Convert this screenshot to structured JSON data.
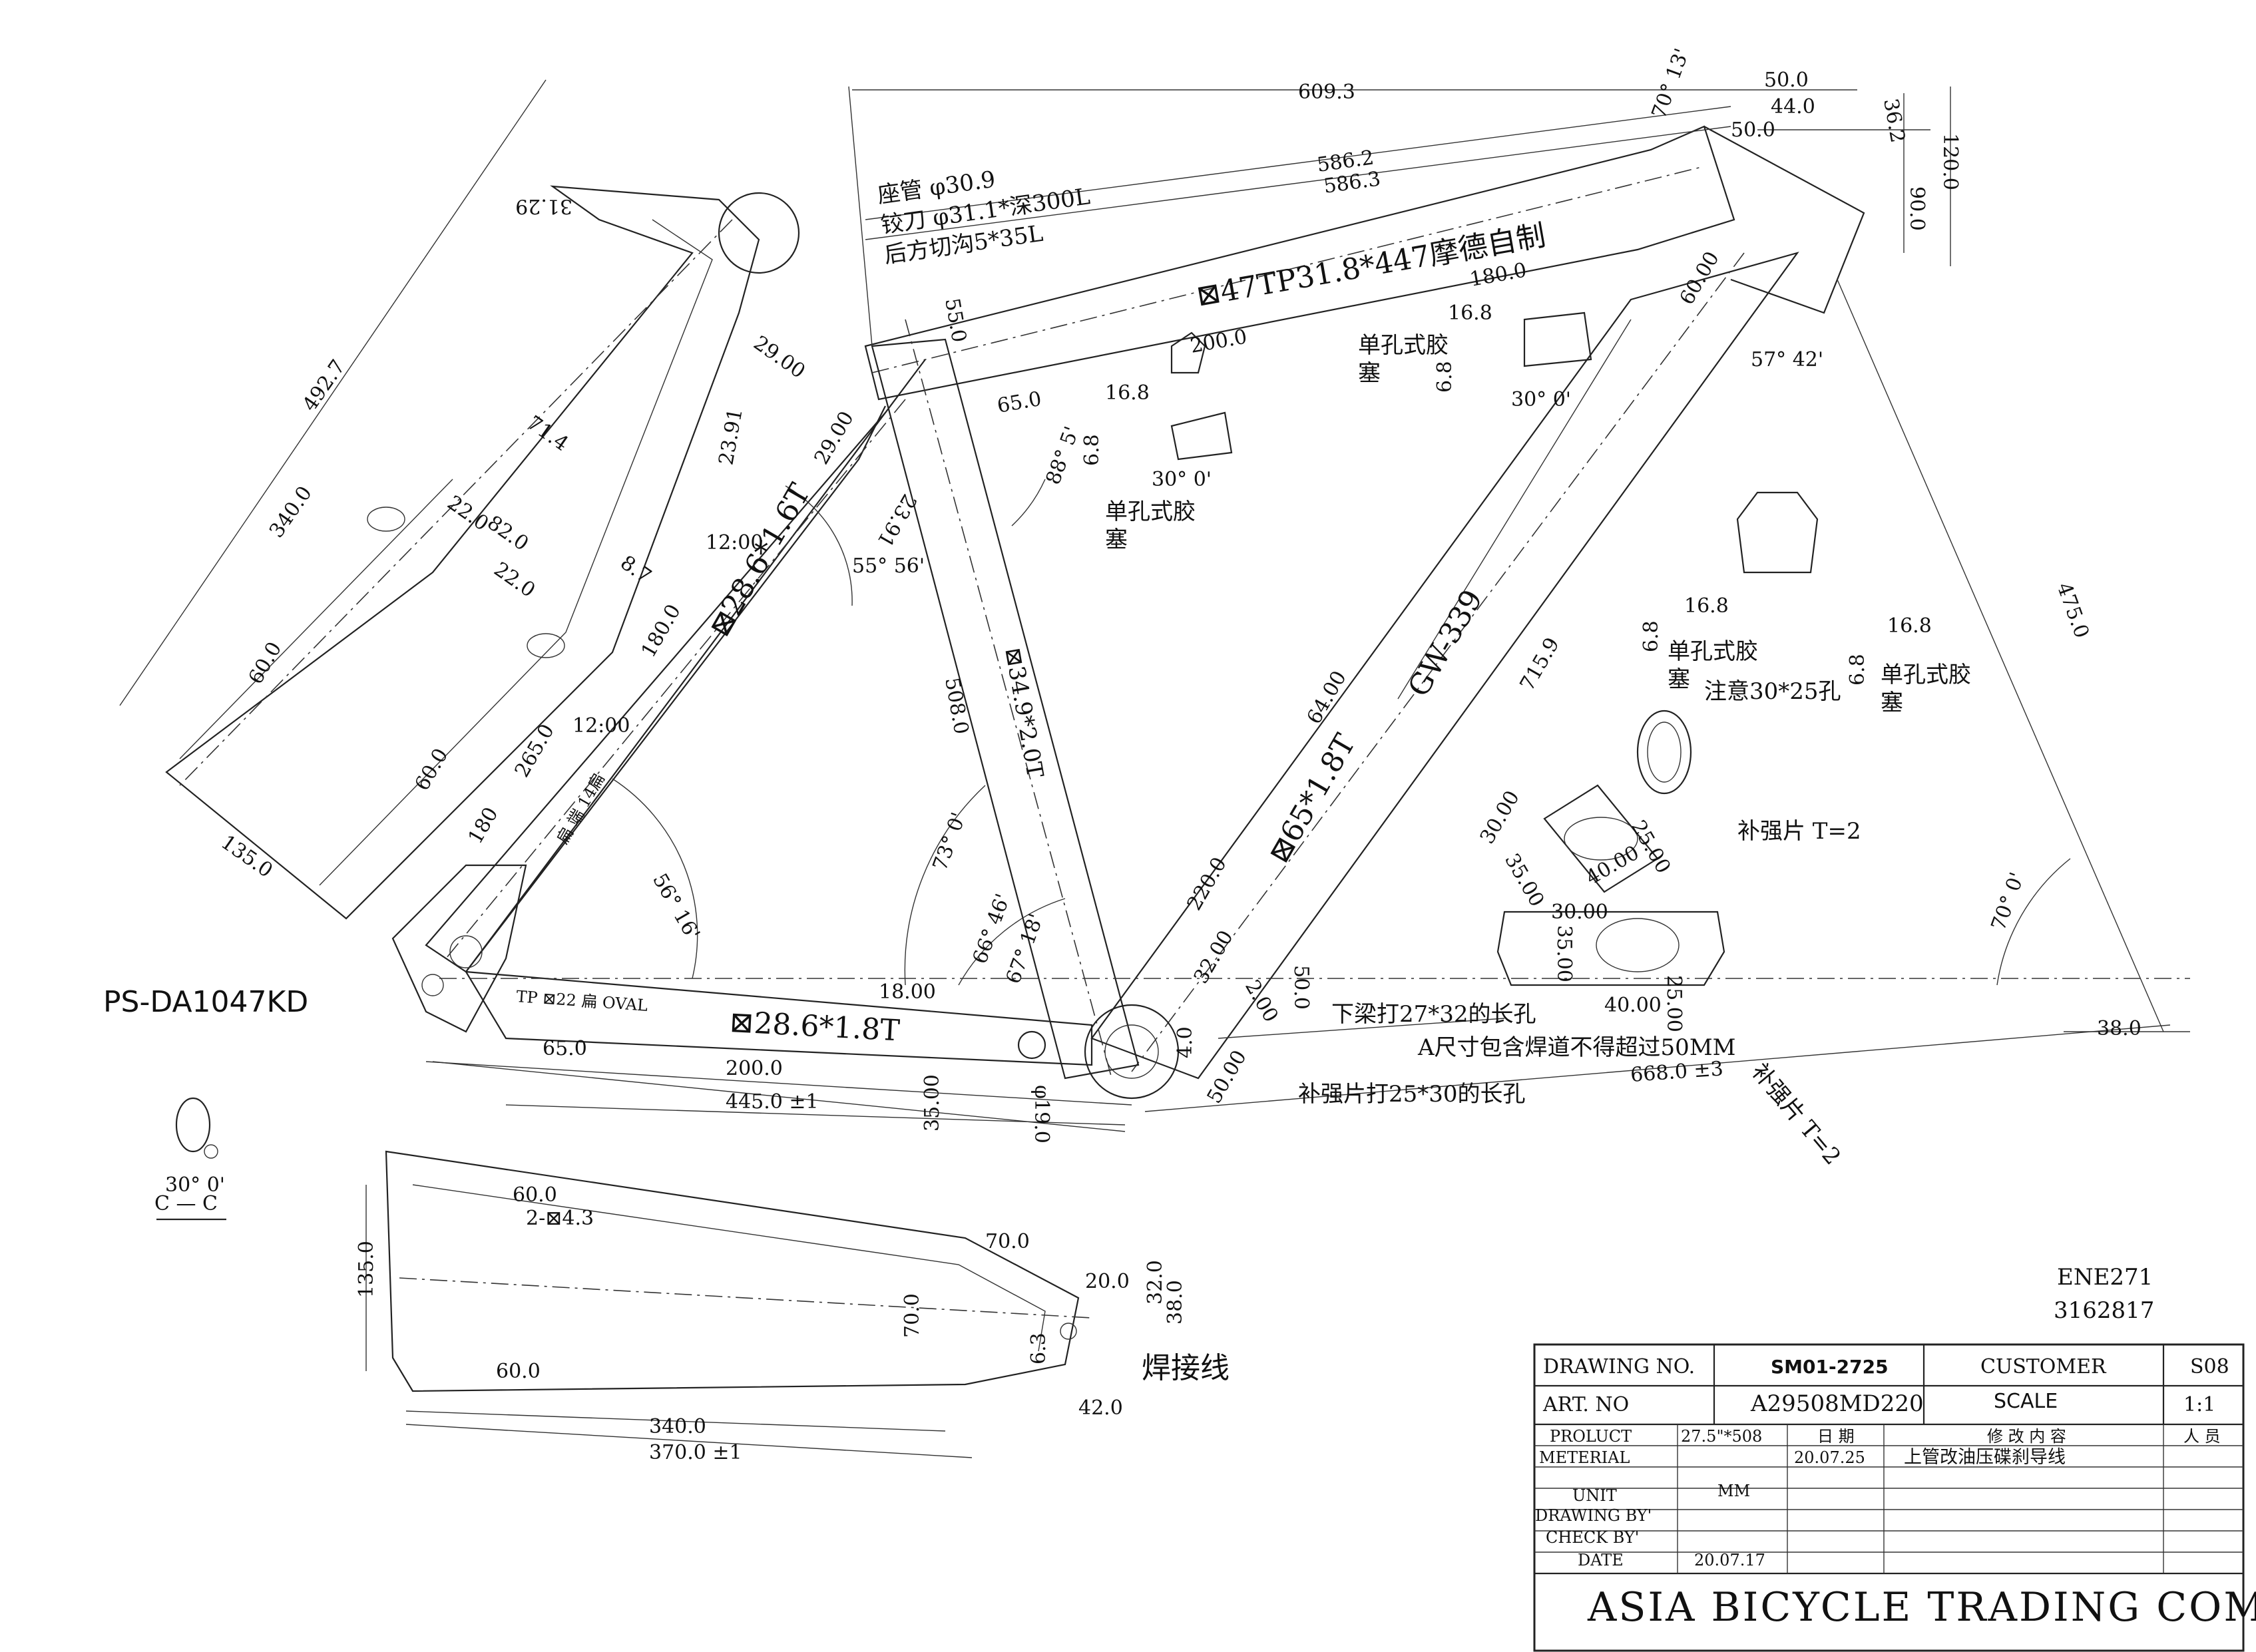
{
  "model_code": "PS-DA1047KD",
  "section_label": "C — C",
  "section_angle": "30° 0'",
  "ene_code": "ENE271",
  "ene_number": "3162817",
  "tubes": {
    "top_tube": "⊠47TP31.8*447摩德自制",
    "down_tube": "⊠65*1.8T",
    "down_tube_code": "GW-339",
    "seat_tube": "⊠34.9*2.0T",
    "seat_stay": "⊠28.6*1.6T",
    "chain_stay": "⊠28.6*1.8T",
    "chain_stay_small": "TP ⊠22 扁 OVAL",
    "seat_stay_bridge": "扁 端 14扁"
  },
  "notes": {
    "seat_tube_1": "座管 φ30.9",
    "seat_tube_2": "铰刀 φ31.1*深300L",
    "seat_tube_3": "后方切沟5*35L",
    "grommet_1": "单孔式胶",
    "grommet_2": "塞",
    "hole_note": "注意30*25孔",
    "reinforce_1": "补强片 T=2",
    "reinforce_2": "补强片 T=2",
    "slot_1": "下梁打27*32的长孔",
    "slot_2": "A尺寸包含焊道不得超过50MM",
    "slot_3": "补强片打25*30的长孔",
    "weld_line": "焊接线",
    "holes_2x": "2-⊠4.3"
  },
  "dims": {
    "d609": "609.3",
    "d586a": "586.2",
    "d586b": "586.3",
    "d50a": "50.0",
    "d44": "44.0",
    "d50b": "50.0",
    "d36": "36.2",
    "d120": "120.0",
    "d90": "90.0",
    "a70_13": "70° 13'",
    "d180a": "180.0",
    "d200a": "200.0",
    "d55": "55.0",
    "d65a": "65.0",
    "a88_5": "88° 5'",
    "d16_8a": "16.8",
    "d6_8a": "6.8",
    "d16_8b": "16.8",
    "d6_8b": "6.8",
    "a30a": "30° 0'",
    "a30b": "30° 0'",
    "d60a": "60.00",
    "a57_42": "57° 42'",
    "d492": "492.7",
    "d340a": "340.0",
    "d31_29": "31.29",
    "d29a": "29.00",
    "d23_91a": "23.91",
    "d29b": "29.00",
    "d23_91b": "23.91",
    "d71": "71.4",
    "d82": "82.0",
    "d22a": "22.0",
    "d22b": "22.0",
    "d8_7": "8.7",
    "t12a": "12:00",
    "t12b": "12:00",
    "a55_56": "55° 56'",
    "d180b": "180.0",
    "d60b": "60.0",
    "d60c": "60.0",
    "d265": "265.0",
    "d180c": "180",
    "d135a": "135.0",
    "a56_16": "56° 16'",
    "d508": "508.0",
    "a73": "73° 0'",
    "a66_46": "66° 46'",
    "a67_18": "67° 18'",
    "d64": "64.00",
    "d220": "220.0",
    "d715": "715.9",
    "d475": "475.0",
    "a70_0": "70° 0'",
    "d16_8c": "16.8",
    "d6_8c": "6.8",
    "d16_8d": "16.8",
    "d6_8d": "6.8",
    "d30a": "30.00",
    "d35a": "35.00",
    "d25a": "25.00",
    "d40a": "40.00",
    "d30b": "30.00",
    "d35b": "35.00",
    "d25b": "25.00",
    "d40b": "40.00",
    "d18": "18.00",
    "d65b": "65.0",
    "d200b": "200.0",
    "d445": "445.0 ±1",
    "d35c": "35.00",
    "d19": "φ19.0",
    "d32": "32.00",
    "d2": "2.00",
    "d50c": "50.0",
    "d4": "4.0",
    "d50d": "50.00",
    "d668": "668.0 ±3",
    "d38": "38.0",
    "d60d": "60.0",
    "d135b": "135.0",
    "d70a": "70.0",
    "d20": "20.0",
    "d70b": "70.0",
    "d6_3": "6.3",
    "d32b": "32.0",
    "d38b": "38.0",
    "d60e": "60.0",
    "d42": "42.0",
    "d340b": "340.0",
    "d370": "370.0 ±1"
  },
  "title_block": {
    "drawing_no_label": "DRAWING NO.",
    "drawing_no": "SM01-2725",
    "customer_label": "CUSTOMER",
    "customer": "S08",
    "art_no_label": "ART. NO",
    "art_no": "A29508MD220",
    "scale_label": "SCALE",
    "scale": "1:1",
    "product_label": "PROLUCT",
    "product": "27.5\"*508",
    "date_col": "日 期",
    "change_col": "修 改 内 容",
    "person_col": "人 员",
    "material_label": "METERIAL",
    "change_date": "20.07.25",
    "change_text": "上管改油压碟刹导线",
    "unit_label": "UNIT",
    "unit": "MM",
    "drawing_by_label": "DRAWING BY'",
    "check_by_label": "CHECK BY'",
    "date_label": "DATE",
    "date": "20.07.17",
    "company": "ASIA BICYCLE TRADING COMPANY"
  }
}
